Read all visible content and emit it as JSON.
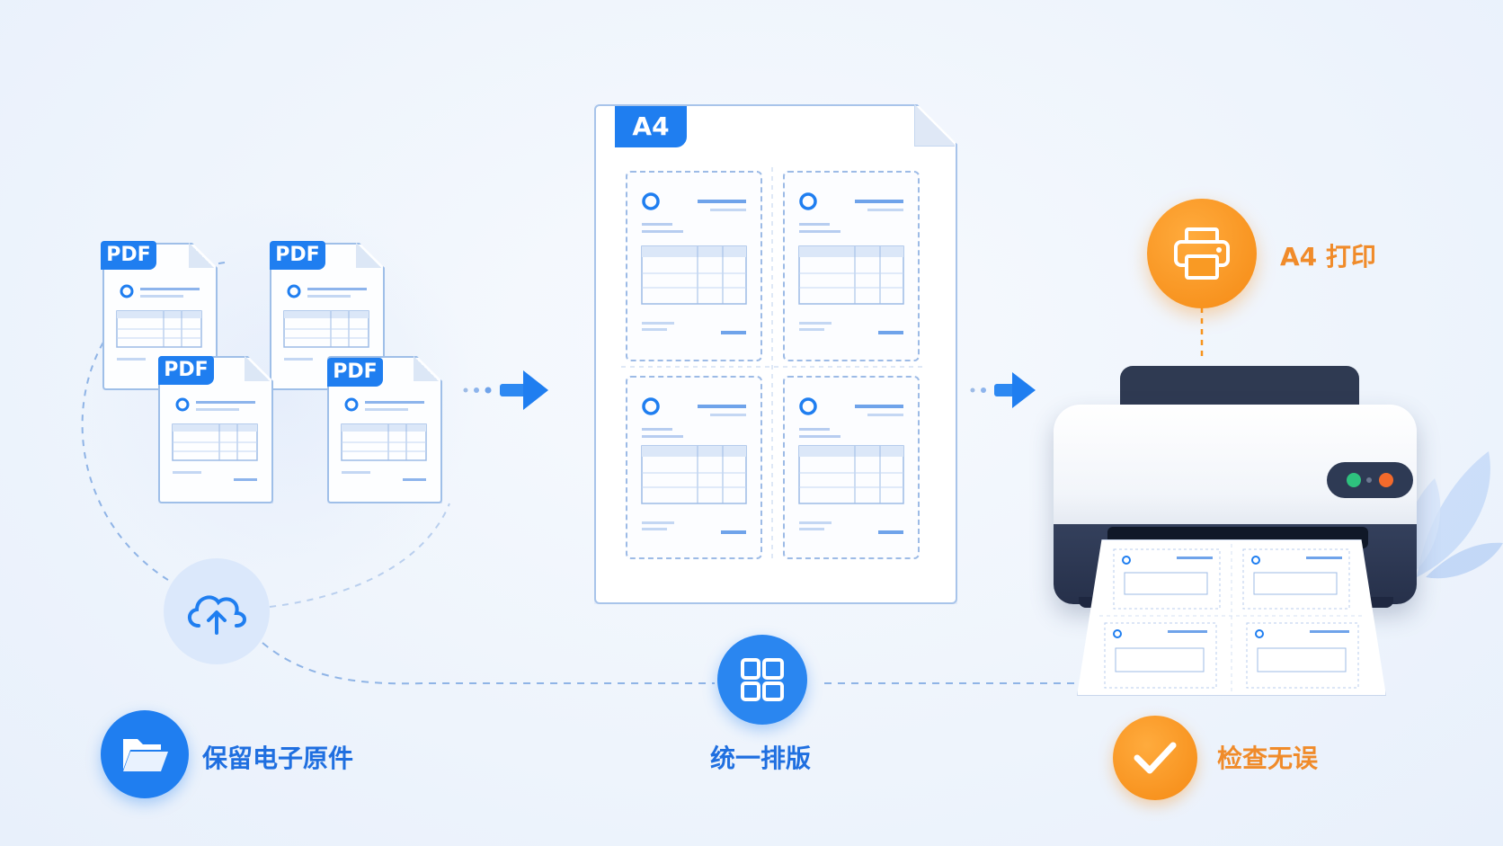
{
  "pdf_tag": "PDF",
  "a4_tag": "A4",
  "steps": {
    "keep_original": "保留电子原件",
    "unify_layout": "统一排版",
    "check": "检查无误"
  },
  "print_label": "A4 打印",
  "colors": {
    "blue": "#1f7ef0",
    "orange": "#f7941d",
    "printer_dark": "#2f3a52"
  },
  "icons": [
    "cloud-upload-icon",
    "folder-icon",
    "grid-layout-icon",
    "checkmark-icon",
    "printer-icon",
    "arrow-right-icon"
  ]
}
